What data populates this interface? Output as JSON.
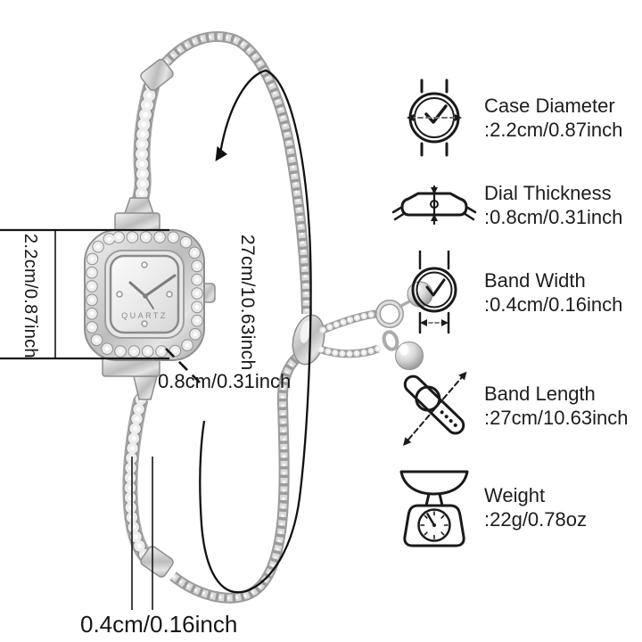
{
  "product": {
    "dial_text": "QUARTZ"
  },
  "measurements": {
    "case_size_left": "2.2cm/0.87inch",
    "band_length_center": "27cm/10.63inch",
    "dial_thickness": "0.8cm/0.31inch",
    "band_width": "0.4cm/0.16inch"
  },
  "specs": [
    {
      "icon": "case-diameter-icon",
      "label": "Case Diameter",
      "value": ":2.2cm/0.87inch"
    },
    {
      "icon": "dial-thickness-icon",
      "label": "Dial Thickness",
      "value": ":0.8cm/0.31inch"
    },
    {
      "icon": "band-width-icon",
      "label": "Band Width",
      "value": ":0.4cm/0.16inch"
    },
    {
      "icon": "band-length-icon",
      "label": "Band Length",
      "value": ":27cm/10.63inch"
    },
    {
      "icon": "weight-icon",
      "label": "Weight",
      "value": ":22g/0.78oz"
    }
  ],
  "colors": {
    "ink": "#1a1a1a",
    "silver": "#c9c9c9",
    "background": "#ffffff"
  }
}
